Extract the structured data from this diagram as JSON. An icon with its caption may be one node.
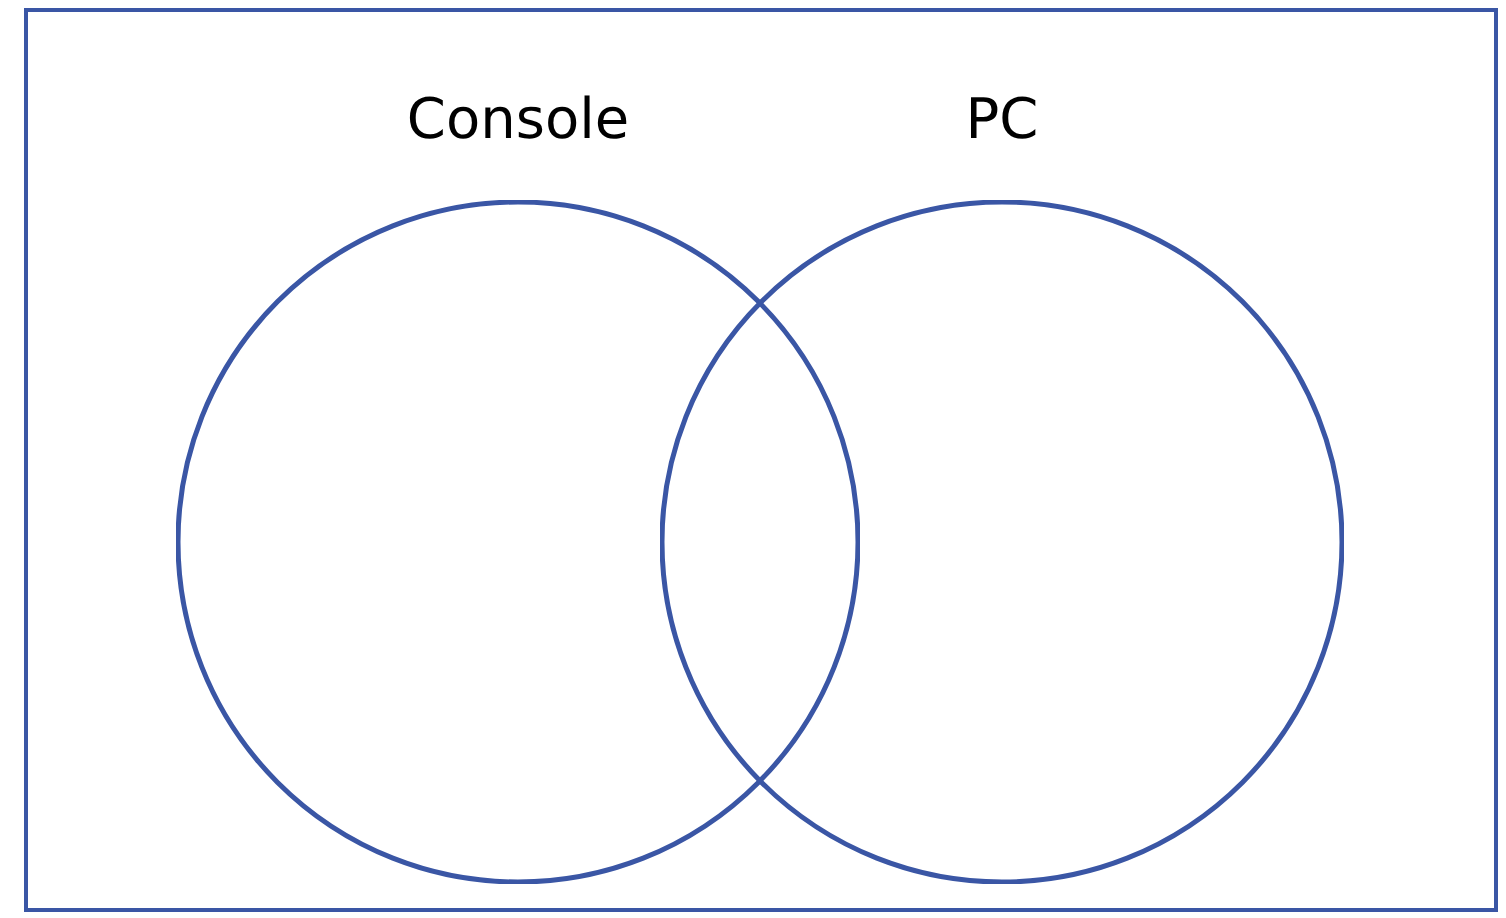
{
  "diagram": {
    "nodes": [
      {
        "text": [],
        "shape": "box"
      },
      {
        "text": [
          "Console"
        ],
        "in": 0
      },
      {
        "text": [
          "PC"
        ],
        "in": 0
      }
    ]
  }
}
